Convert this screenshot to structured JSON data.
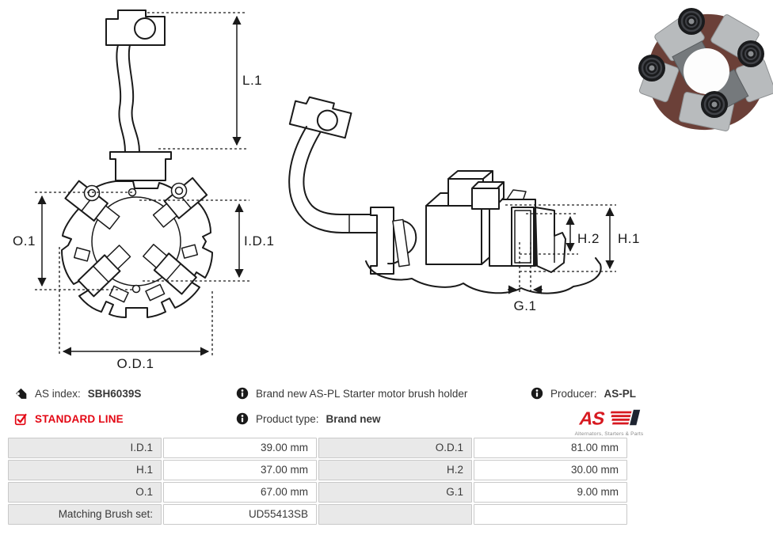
{
  "product": {
    "as_index_label": "AS index:",
    "as_index_value": "SBH6039S",
    "standard_line_label": "STANDARD LINE",
    "description": "Brand new AS-PL Starter motor brush holder",
    "product_type_label": "Product type:",
    "product_type_value": "Brand new",
    "producer_label": "Producer:",
    "producer_value": "AS-PL"
  },
  "brand_logo": {
    "text": "AS",
    "tagline": "Alternators, Starters & Parts",
    "red": "#d71920"
  },
  "accent": {
    "red": "#e30613"
  },
  "diagram_labels": {
    "l1": "L.1",
    "o1": "O.1",
    "id1": "I.D.1",
    "od1": "O.D.1",
    "h1": "H.1",
    "h2": "H.2",
    "g1": "G.1"
  },
  "spec_table": {
    "rows": [
      {
        "label1": "I.D.1",
        "value1": "39.00 mm",
        "label2": "O.D.1",
        "value2": "81.00 mm"
      },
      {
        "label1": "H.1",
        "value1": "37.00 mm",
        "label2": "H.2",
        "value2": "30.00 mm"
      },
      {
        "label1": "O.1",
        "value1": "67.00 mm",
        "label2": "G.1",
        "value2": "9.00 mm"
      },
      {
        "label1": "Matching Brush set:",
        "value1": "UD55413SB",
        "label2": "",
        "value2": ""
      }
    ]
  }
}
